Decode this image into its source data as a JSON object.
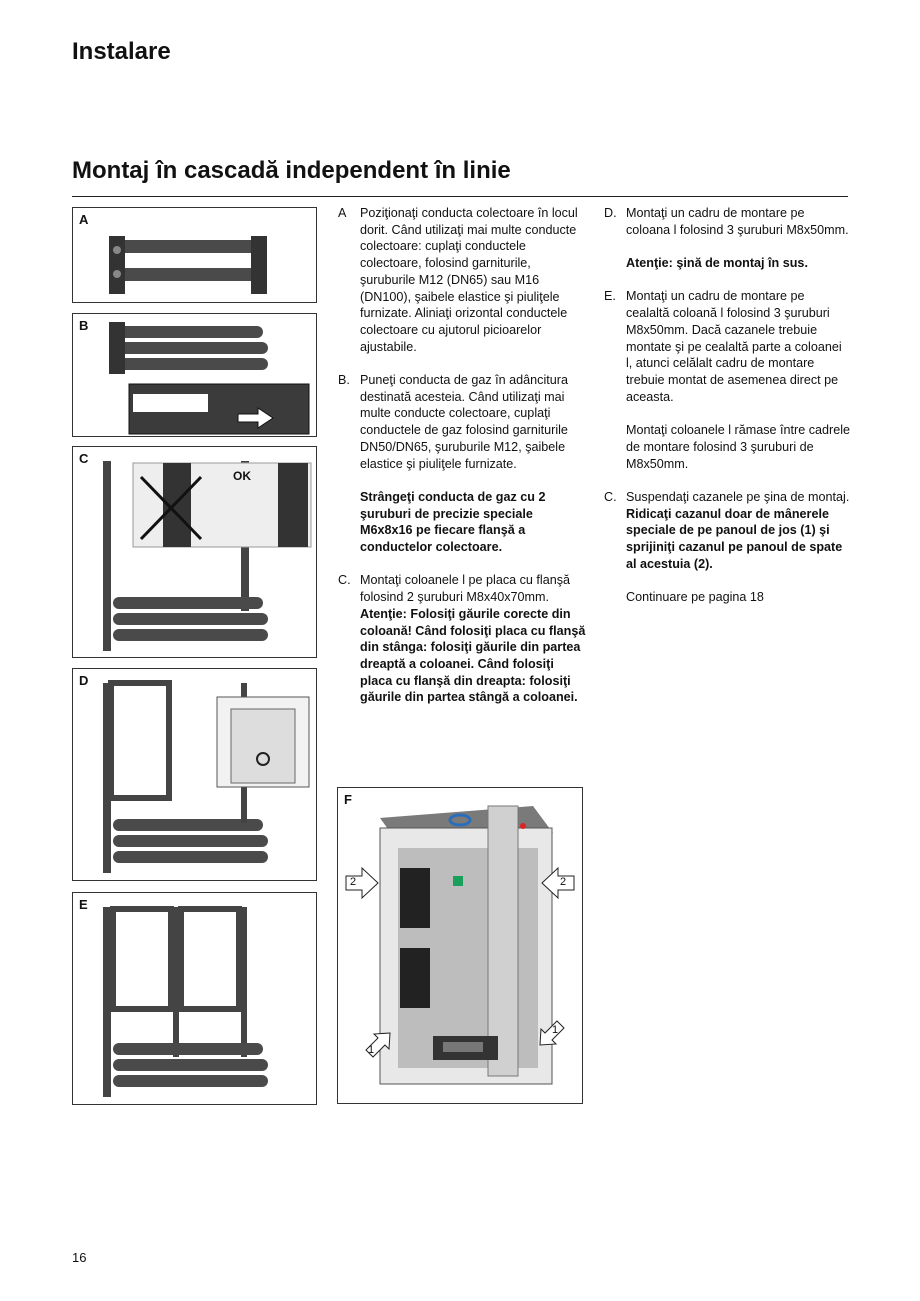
{
  "header": {
    "title": "Instalare"
  },
  "section": {
    "title": "Montaj în cascadă independent în linie"
  },
  "figures": {
    "a": "A",
    "b": "B",
    "c": "C",
    "d": "D",
    "e": "E",
    "f": "F",
    "ok": "OK",
    "arrow_2": "2",
    "arrow_1": "1"
  },
  "column1": {
    "a": {
      "marker": "A",
      "text": "Poziţionaţi conducta colectoare în locul dorit. Când utilizaţi mai multe conducte colectoare: cuplaţi conductele colectoare, folosind garniturile, şuruburile M12 (DN65) sau M16 (DN100), şaibele elastice şi piuliţele furnizate. Aliniaţi orizontal conductele colectoare cu ajutorul picioarelor ajustabile."
    },
    "b": {
      "marker": "B.",
      "text": "Puneţi conducta de gaz în adâncitura destinată acesteia. Când utilizaţi mai multe conducte colectoare, cuplaţi conductele de gaz folosind garniturile DN50/DN65, şuruburile M12, şaibele elastice şi piuliţele furnizate.",
      "bold": "Strângeţi conducta de gaz cu 2 şuruburi de precizie speciale M6x8x16 pe fiecare flanşă a conductelor colectoare."
    },
    "c": {
      "marker": "C.",
      "text": "Montaţi coloanele l pe placa cu flanşă folosind 2 şuruburi M8x40x70mm.",
      "bold": "Atenţie: Folosiţi găurile corecte din coloană! Când folosiţi placa cu flanşă din stânga: folosiţi găurile din partea dreaptă a coloanei. Când folosiţi placa cu flanşă din dreapta: folosiţi găurile din partea stângă a coloanei."
    }
  },
  "column2": {
    "d": {
      "marker": "D.",
      "text": "Montaţi un cadru de montare pe coloana l folosind 3 şuruburi M8x50mm.",
      "bold": "Atenţie: şină de montaj în sus."
    },
    "e": {
      "marker": "E.",
      "text": "Montaţi un cadru de montare pe cealaltă coloană l folosind 3 şuruburi M8x50mm. Dacă cazanele trebuie montate şi pe cealaltă parte a coloanei l, atunci celălalt cadru de montare trebuie montat de asemenea direct pe aceasta.",
      "text2": "Montaţi coloanele l rămase între cadrele de montare folosind 3 şuruburi de M8x50mm."
    },
    "c": {
      "marker": "C.",
      "text": "Suspendaţi cazanele pe şina de montaj.",
      "bold": "Ridicaţi cazanul doar de mânerele speciale de pe panoul de jos (1) şi sprijiniţi cazanul pe panoul de spate al acestuia (2).",
      "continue": "Continuare pe pagina 18"
    }
  },
  "footer": {
    "page_number": "16"
  }
}
